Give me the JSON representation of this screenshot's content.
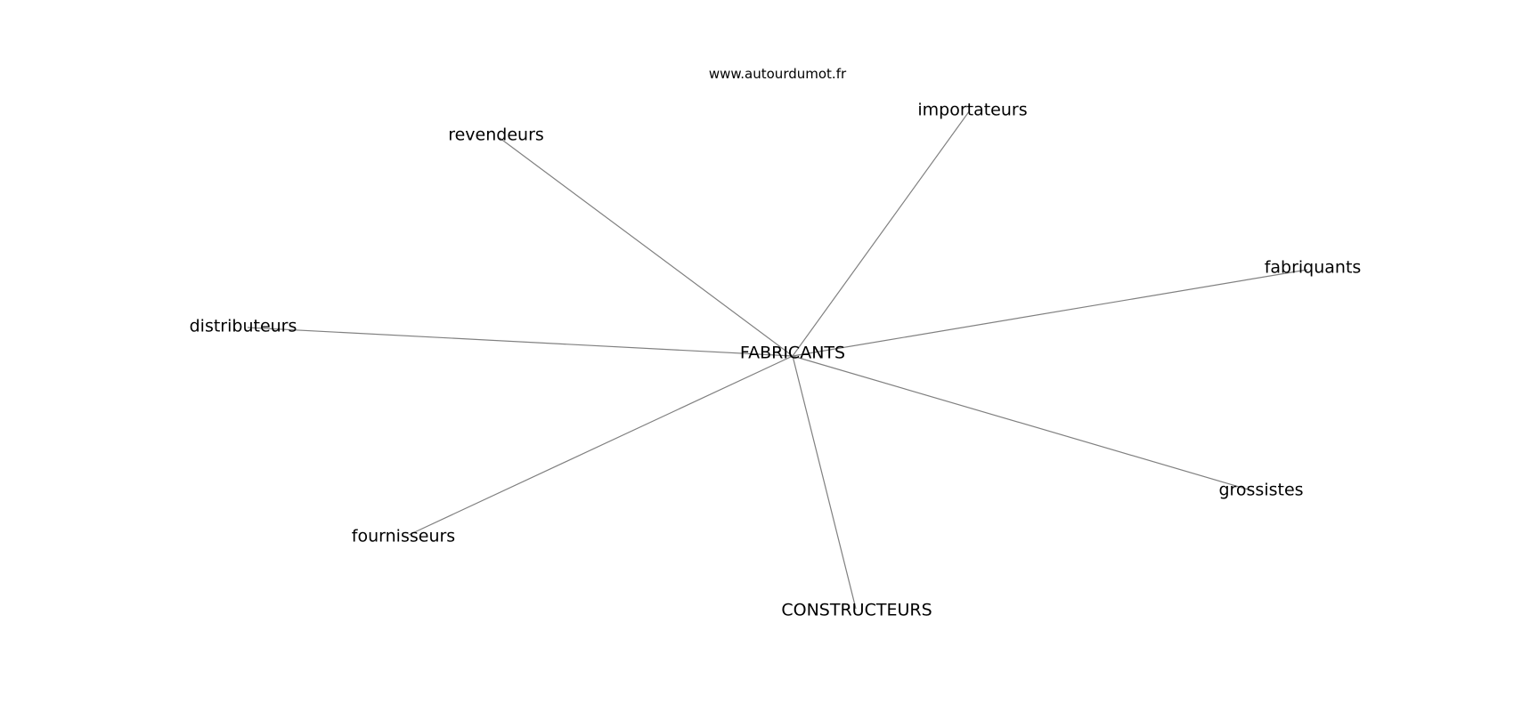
{
  "watermark": "www.autourdumot.fr",
  "center": {
    "id": "center",
    "label": "FABRICANTS"
  },
  "nodes": [
    {
      "id": "importateurs",
      "label": "importateurs"
    },
    {
      "id": "revendeurs",
      "label": "revendeurs"
    },
    {
      "id": "fabriquants",
      "label": "fabriquants"
    },
    {
      "id": "distributeurs",
      "label": "distributeurs"
    },
    {
      "id": "grossistes",
      "label": "grossistes"
    },
    {
      "id": "fournisseurs",
      "label": "fournisseurs"
    },
    {
      "id": "constructeurs",
      "label": "CONSTRUCTEURS"
    }
  ],
  "edge_color": "#808080"
}
